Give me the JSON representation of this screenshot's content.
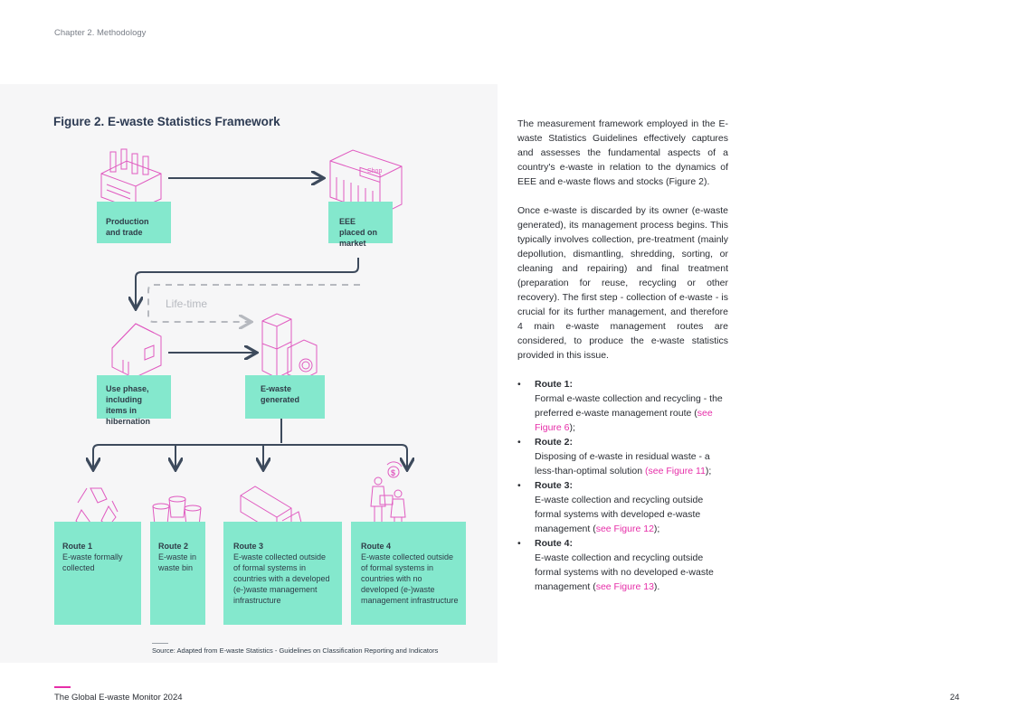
{
  "header": {
    "chapter": "Chapter 2. Methodology"
  },
  "figure": {
    "title": "Figure 2. E-waste Statistics Framework",
    "lifetime_label": "Life-time",
    "shop_sign": "Shop",
    "nodes": {
      "production": "Production and trade",
      "placed": "EEE placed on market",
      "use": "Use phase, including items in hibernation",
      "generated": "E-waste generated"
    },
    "routes": [
      {
        "title": "Route 1",
        "desc": "E-waste formally collected"
      },
      {
        "title": "Route 2",
        "desc": "E-waste in waste bin"
      },
      {
        "title": "Route 3",
        "desc": "E-waste collected outside of formal systems in countries with a developed (e-)waste management infrastructure"
      },
      {
        "title": "Route 4",
        "desc": "E-waste collected outside of formal systems in countries with no developed (e-)waste management infrastructure"
      }
    ],
    "source": "Source: Adapted from E-waste Statistics - Guidelines on Classification Reporting and Indicators",
    "colors": {
      "box": "#84e8cd",
      "icon": "#e05ac0",
      "arrow": "#3d4a5c",
      "accent": "#e62ea8"
    }
  },
  "text": {
    "para1": "The measurement framework employed in the E-waste Statistics Guidelines effectively captures and assesses the fundamental aspects of a country's e-waste in relation to the dynamics of EEE and e-waste flows and stocks (Figure 2).",
    "para2": "Once e-waste is discarded by its owner (e-waste generated), its management process begins. This typically involves collection, pre-treatment (mainly depollution, dismantling, shredding, sorting, or cleaning and repairing) and final treatment (preparation for reuse, recycling or other recovery). The first step - collection of e-waste - is crucial for its further management, and therefore 4 main e-waste management routes are considered, to produce the e-waste statistics provided in this issue.",
    "routes": [
      {
        "title": "Route 1:",
        "body": "Formal e-waste collection and recycling - the preferred e-waste management route (",
        "link": "see Figure 6",
        "tail": ");"
      },
      {
        "title": "Route 2:",
        "body": "Disposing of e-waste in residual waste - a less-than-optimal solution ",
        "link": "(see Figure 11",
        "tail": ");"
      },
      {
        "title": "Route 3:",
        "body": "E-waste collection and recycling outside formal systems with developed e-waste management (",
        "link": "see Figure 12",
        "tail": ");"
      },
      {
        "title": "Route 4:",
        "body": "E-waste collection and recycling outside formal systems with no developed e-waste management (",
        "link": "see Figure 13",
        "tail": ")."
      }
    ]
  },
  "footer": {
    "title": "The Global E-waste Monitor 2024",
    "page": "24"
  }
}
